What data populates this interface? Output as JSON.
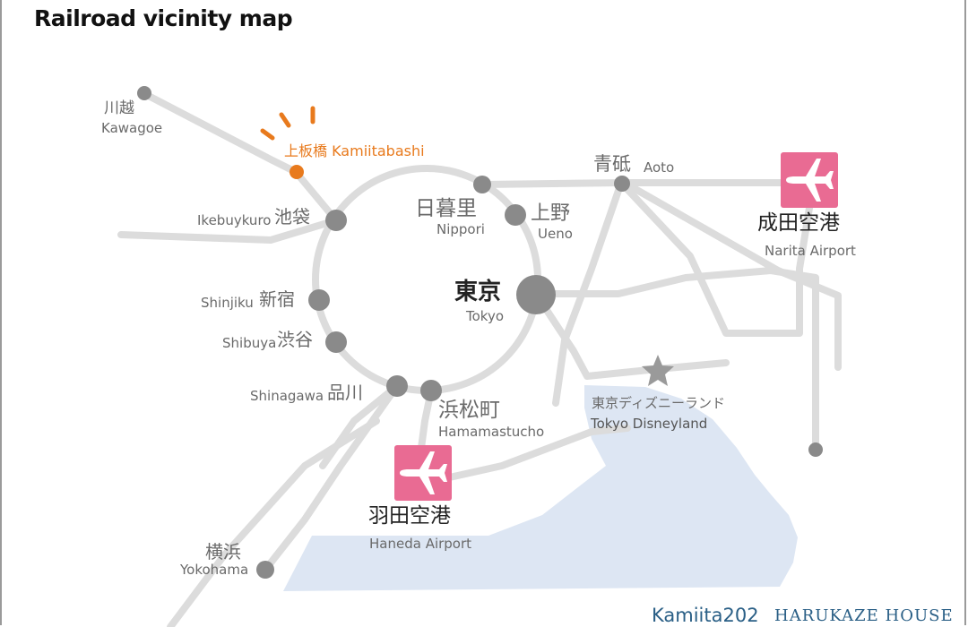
{
  "title": "Railroad vicinity map",
  "stations": {
    "kawagoe": {
      "jp": "川越",
      "en": "Kawagoe"
    },
    "kamiitabashi": {
      "label": "上板橋 Kamiitabashi"
    },
    "ikebukuro": {
      "jp": "池袋",
      "en": "Ikebuykuro"
    },
    "nippori": {
      "jp": "日暮里",
      "en": "Nippori"
    },
    "ueno": {
      "jp": "上野",
      "en": "Ueno"
    },
    "aoto": {
      "jp": "青砥",
      "en": "Aoto"
    },
    "tokyo": {
      "jp": "東京",
      "en": "Tokyo"
    },
    "shinjuku": {
      "jp": "新宿",
      "en": "Shinjiku"
    },
    "shibuya": {
      "jp": "渋谷",
      "en": "Shibuya"
    },
    "shinagawa": {
      "jp": "品川",
      "en": "Shinagawa"
    },
    "hamamatsucho": {
      "jp": "浜松町",
      "en": "Hamamastucho"
    },
    "yokohama": {
      "jp": "横浜",
      "en": "Yokohama"
    }
  },
  "places": {
    "disneyland": {
      "jp": "東京ディズニーランド",
      "en": "Tokyo Disneyland"
    },
    "narita": {
      "jp": "成田空港",
      "en": "Narita Airport"
    },
    "haneda": {
      "jp": "羽田空港",
      "en": "Haneda Airport"
    }
  },
  "icons": {
    "airport": "airplane-icon",
    "landmark": "star-icon",
    "highlight": "sparkle-rays-icon"
  },
  "colors": {
    "line": "#dcdcdc",
    "station": "#8a8a8a",
    "highlight": "#e87a1d",
    "airport": "#e96b93",
    "water": "#dde6f3",
    "footer": "#2a5f86"
  },
  "footer": {
    "left": "Kamiita202",
    "right": "HARUKAZE HOUSE"
  }
}
